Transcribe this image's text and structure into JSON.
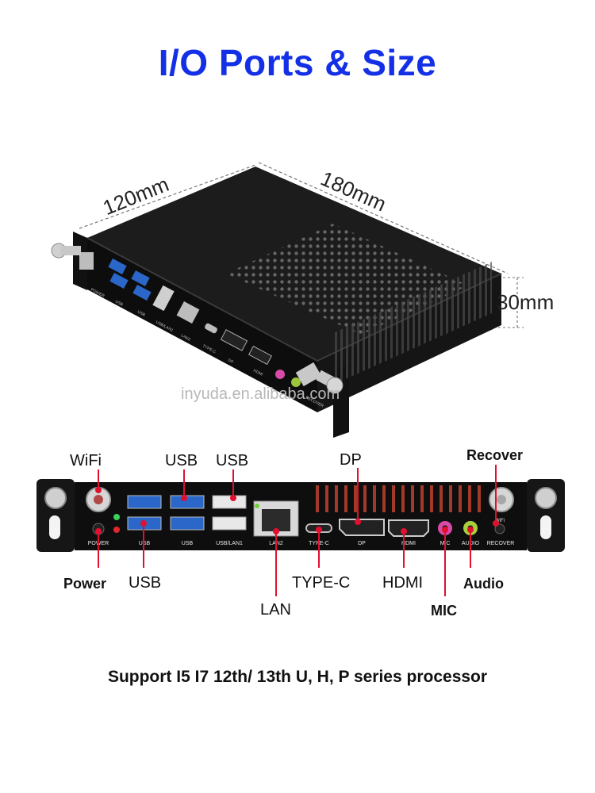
{
  "title": "I/O Ports & Size",
  "dimensions": {
    "depth": "120mm",
    "width": "180mm",
    "height": "30mm"
  },
  "watermark": "inyuda.en.alibaba.com",
  "box_port_labels": [
    "POWER",
    "USB",
    "USB",
    "USB/LAN1",
    "LAN2",
    "TYPE-C",
    "DP",
    "HDMI",
    "RECOVER"
  ],
  "panel_port_labels": {
    "power": "POWER",
    "usb1": "USB",
    "usb2": "USB",
    "usblan1": "USB/LAN1",
    "lan2": "LAN2",
    "typec": "TYPE-C",
    "dp": "DP",
    "hdmi": "HDMI",
    "mic": "MIC",
    "audio": "AUDIO",
    "recover": "RECOVER",
    "wifi": "WiFi"
  },
  "callouts": {
    "wifi": "WiFi",
    "usb_top1": "USB",
    "usb_top2": "USB",
    "dp": "DP",
    "recover": "Recover",
    "power": "Power",
    "usb_bottom": "USB",
    "type_c": "TYPE-C",
    "hdmi": "HDMI",
    "audio": "Audio",
    "lan": "LAN",
    "mic": "MIC"
  },
  "support": "Support I5 I7 12th/ 13th U, H, P series processor",
  "colors": {
    "title": "#1330e6",
    "chassis": "#101010",
    "usb_blue": "#2a67c9",
    "callout_red": "#e0102e"
  }
}
